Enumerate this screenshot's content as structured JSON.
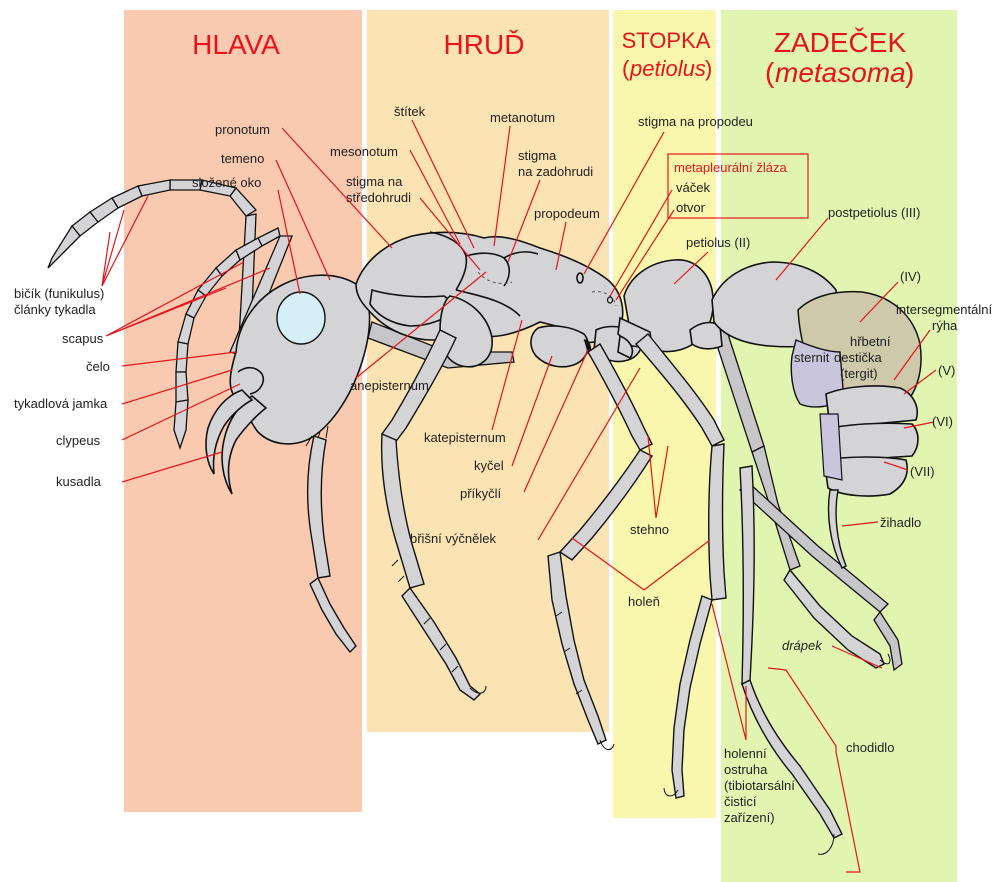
{
  "sections": {
    "head": {
      "title": "HLAVA",
      "color": "#f9c9b0"
    },
    "thorax": {
      "title": "HRUĎ",
      "color": "#fbe3b3"
    },
    "petiole": {
      "title": "STOPKA",
      "subtitle": "petiolus",
      "color": "#f9f7ad"
    },
    "gaster": {
      "title": "ZADEČEK",
      "subtitle": "metasoma",
      "color": "#e1f5b1"
    }
  },
  "labels": {
    "flagellum": "bičík (funikulus)",
    "flagellum_2": "články tykadla",
    "scape": "scapus",
    "frons": "čelo",
    "antennal_fossa": "tykadlová jamka",
    "clypeus": "clypeus",
    "mandibles": "kusadla",
    "pronotum": "pronotum",
    "vertex": "temeno",
    "compound_eye": "složené oko",
    "scutellum": "štítek",
    "mesonotum": "mesonotum",
    "mesothoracic_spiracle": "stigma na",
    "mesothoracic_spiracle_2": "středohrudi",
    "metanotum": "metanotum",
    "metathoracic_spiracle": "stigma",
    "metathoracic_spiracle_2": "na zadohrudi",
    "propodeum": "propodeum",
    "propodeal_spiracle": "stigma na propodeu",
    "metapleural_gland": "metapleurální žláza",
    "bulla": "váček",
    "orifice": "otvor",
    "petiole": "petiolus (II)",
    "postpetiole": "postpetiolus (III)",
    "seg4": "(IV)",
    "intersegmental": "intersegmentální",
    "intersegmental_2": "rýha",
    "tergite": "hřbetní",
    "tergite_2": "destička",
    "tergite_3": "(tergit)",
    "sternite": "sternit",
    "seg5": "(V)",
    "seg6": "(VI)",
    "seg7": "(VII)",
    "sting": "žihadlo",
    "anepisternum": "anepisternum",
    "katepisternum": "katepisternum",
    "coxa": "kyčel",
    "trochanter": "příkyčlí",
    "ventral_process": "břišní výčnělek",
    "femur": "stehno",
    "tibia": "holeň",
    "claw": "drápek",
    "tibial_spur": "holenní",
    "tibial_spur_2": "ostruha",
    "tibial_spur_3": "(tibiotarsální",
    "tibial_spur_4": "čisticí",
    "tibial_spur_5": "zařízení)",
    "tarsus": "chodidlo"
  },
  "colors": {
    "accent": "#e8141b",
    "body": "#d4d4d6",
    "eye": "#d6eef6",
    "tergite": "#cdc9aa",
    "sternite": "#c9c5dc"
  }
}
